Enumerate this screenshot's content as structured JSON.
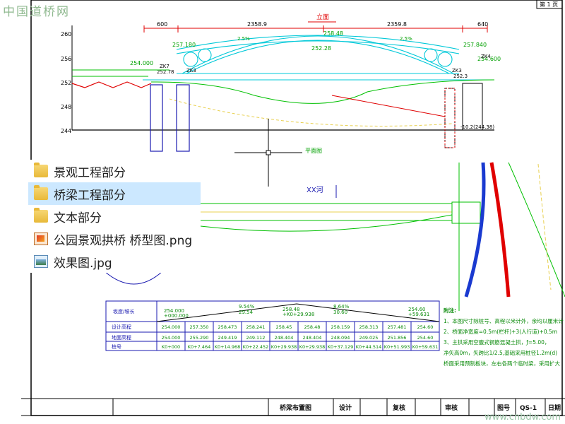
{
  "site_watermark": "中国道桥网",
  "site_url": "www.cnbdw.com",
  "file_list": {
    "items": [
      {
        "label": "景观工程部分",
        "icon": "folder-icon",
        "selected": false
      },
      {
        "label": "桥梁工程部分",
        "icon": "folder-icon",
        "selected": true
      },
      {
        "label": "文本部分",
        "icon": "folder-icon",
        "selected": false
      },
      {
        "label": "公园景观拱桥 桥型图.png",
        "icon": "png-file-icon",
        "selected": false
      },
      {
        "label": "效果图.jpg",
        "icon": "jpg-file-icon",
        "selected": false
      }
    ]
  },
  "drawing": {
    "elevation_title": "立面",
    "plan_title": "平面图",
    "span_dims": [
      "600",
      "2358.9",
      "2359.8",
      "640"
    ],
    "elevation_ticks": [
      "260",
      "256",
      "252",
      "248",
      "244"
    ],
    "arch_crown_level": "258.48",
    "deck_level": "252.28",
    "left_abutment_level": "257.180",
    "right_abutment_level": "257.840",
    "left_bank_level": "254.000",
    "right_bank_level": "254.600",
    "slope_labels": [
      "2.5%",
      "2.5%"
    ],
    "river_name": "XX河",
    "pier_labels": [
      "ZK7",
      "ZK3",
      "ZK4",
      "ZK3"
    ],
    "misc_levels": [
      "252.78",
      "252.3",
      "-10.2(244.38)"
    ]
  },
  "profile_table": {
    "row_labels": [
      "设计高程",
      "地面高程",
      "桩号"
    ],
    "grade_labels": [
      "254.000",
      "9.54%",
      "258.48",
      "8.64%",
      "254.60"
    ],
    "grade_sub": [
      "+000.000",
      "29.54",
      "+K0+29.938",
      "30.60",
      "+59.631"
    ],
    "design": [
      "254.000",
      "257.350",
      "258.473",
      "258.241",
      "258.45",
      "258.48",
      "258.159",
      "258.313",
      "257.481",
      "254.60"
    ],
    "ground": [
      "254.000",
      "255.290",
      "249.419",
      "249.112",
      "248.404",
      "248.404",
      "248.094",
      "249.025",
      "251.856",
      "254.60"
    ],
    "stations": [
      "K0+000",
      "K0+7.464",
      "K0+14.968",
      "K0+22.452",
      "K0+29.938",
      "K0+29.938",
      "K0+37.129",
      "K0+44.514",
      "K0+51.993",
      "K0+59.631"
    ]
  },
  "notes": {
    "title": "附注:",
    "lines": [
      "1、本图尺寸除桩号、高程以米计外，余均以厘米计。",
      "2、桥面净宽度=0.5m(栏杆)+3(人行道)+0.5m",
      "3、主拱采用空腹式钢筋混凝土拱，ƒ=5.00，",
      "   净矢高0m，矢跨比1/2.5,基础采用桩径1.2m(d)",
      "   桥面采用预制板块，左右各两个临时梁，采用扩大"
    ]
  },
  "title_block": {
    "drawing_name": "桥梁布置图",
    "design": "设计",
    "review": "复核",
    "approve": "审核",
    "drawing_no_label": "图号",
    "drawing_no": "QS-1",
    "date_label": "日期",
    "sheet": "第 1 页"
  }
}
